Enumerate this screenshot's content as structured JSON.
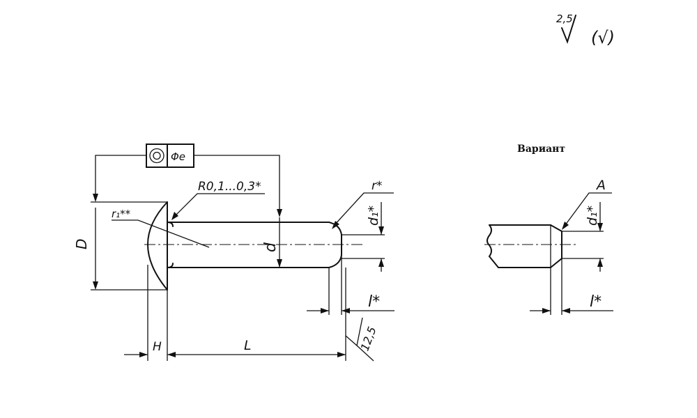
{
  "roughness": {
    "value": "2,5",
    "symbol": "√",
    "bracket_symbol": "(√)"
  },
  "tolerance_frame": {
    "symbol": "◎",
    "value": "Φe"
  },
  "labels": {
    "head_radius_range": "R0,1...0,3*",
    "head_radius": "r₁**",
    "head_diameter": "D",
    "shank_diameter": "d",
    "chamfer_radius": "r*",
    "end_diameter": "d₁*",
    "end_length": "l*",
    "head_height": "H",
    "length": "L",
    "end_roughness": "12,5"
  },
  "variant": {
    "caption": "Вариант",
    "chamfer_label": "A",
    "end_diameter": "d₁*",
    "end_length": "l*"
  }
}
